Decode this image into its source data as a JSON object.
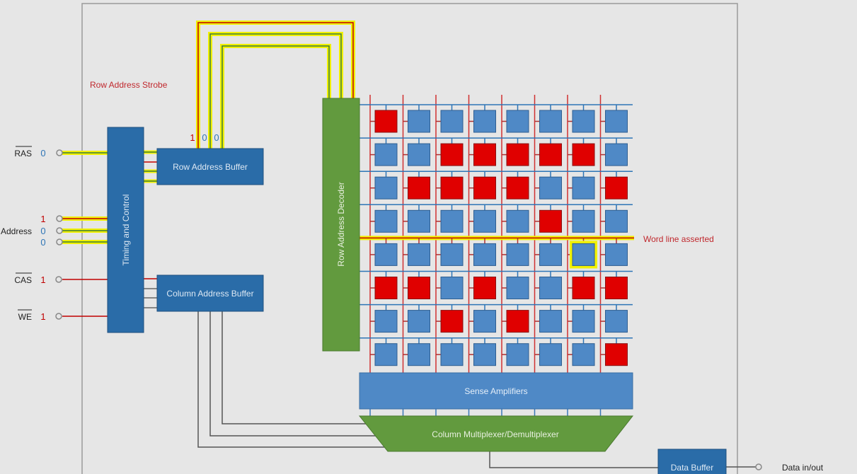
{
  "labels": {
    "row_address_strobe": "Row Address Strobe",
    "word_line_asserted": "Word line asserted",
    "ras": "RAS",
    "address": "Address",
    "cas": "CAS",
    "we": "WE",
    "data_io": "Data in/out"
  },
  "signals": {
    "ras": "0",
    "address": [
      "1",
      "0",
      "0"
    ],
    "cas": "1",
    "we": "1",
    "row_bits": [
      "1",
      "0",
      "0"
    ]
  },
  "blocks": {
    "timing": "Timing and Control",
    "row_buffer": "Row Address Buffer",
    "col_buffer": "Column Address Buffer",
    "row_decoder": "Row Address Decoder",
    "sense_amps": "Sense Amplifiers",
    "col_mux": "Column Multiplexer/Demultiplexer",
    "data_buffer": "Data Buffer"
  },
  "memory_array": {
    "rows": 8,
    "cols": 8,
    "asserted_row": 5,
    "selected_cell": [
      5,
      7
    ],
    "cells": [
      [
        1,
        0,
        0,
        0,
        0,
        0,
        0,
        0
      ],
      [
        0,
        0,
        1,
        1,
        1,
        1,
        1,
        0
      ],
      [
        0,
        1,
        1,
        1,
        1,
        0,
        0,
        1
      ],
      [
        0,
        0,
        0,
        0,
        0,
        1,
        0,
        0
      ],
      [
        0,
        0,
        0,
        0,
        0,
        0,
        0,
        0
      ],
      [
        1,
        1,
        0,
        1,
        0,
        0,
        1,
        1
      ],
      [
        0,
        0,
        1,
        0,
        1,
        0,
        0,
        0
      ],
      [
        0,
        0,
        0,
        0,
        0,
        0,
        0,
        1
      ]
    ]
  },
  "colors": {
    "one": "#c00000",
    "zero": "#2e75b6",
    "cell_one": "#e00000",
    "cell_zero": "#4f89c6",
    "block_blue": "#2a6ca8",
    "block_green": "#629a3e",
    "highlight": "#f2f200"
  }
}
